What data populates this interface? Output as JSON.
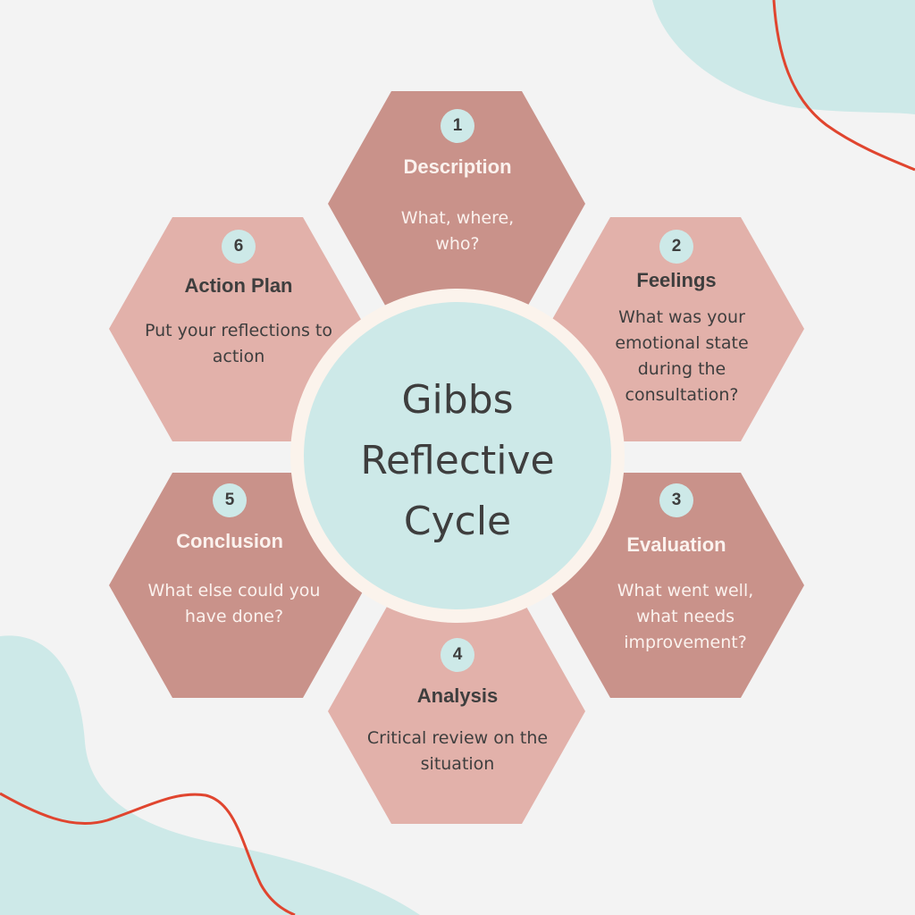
{
  "title": "Gibbs\nReflective\nCycle",
  "colors": {
    "background": "#f3f3f3",
    "blob": "#cde9e8",
    "accent_line": "#e0452f",
    "hex_dark": "#c9928a",
    "hex_light": "#e2b1aa",
    "center_fill": "#cde9e8",
    "center_ring": "#fbf3ec",
    "text_dark": "#3e3e3e",
    "text_light": "#fbf2ee"
  },
  "stages": [
    {
      "number": "1",
      "title": "Description",
      "description": "What, where, who?"
    },
    {
      "number": "2",
      "title": "Feelings",
      "description": "What was your emotional state during the consultation?"
    },
    {
      "number": "3",
      "title": "Evaluation",
      "description": "What went well, what needs improvement?"
    },
    {
      "number": "4",
      "title": "Analysis",
      "description": "Critical review on the situation"
    },
    {
      "number": "5",
      "title": "Conclusion",
      "description": "What else could you have done?"
    },
    {
      "number": "6",
      "title": "Action Plan",
      "description": "Put your reflections to action"
    }
  ]
}
